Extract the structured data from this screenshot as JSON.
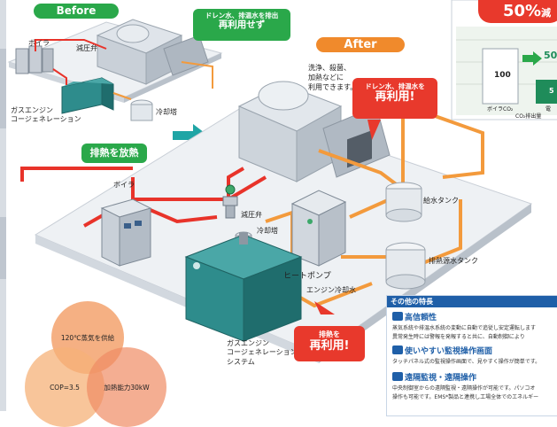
{
  "before": {
    "badge": "Before",
    "boiler": "ボイラ",
    "valve": "減圧弁",
    "cooling_tower": "冷却塔",
    "cogen_line1": "ガスエンジン",
    "cogen_line2": "コージェネレーション",
    "exhaust_heat": "排熱を放熱",
    "drain_line1": "ドレン水、排温水を排出",
    "drain_line2": "再利用せず"
  },
  "after": {
    "badge": "After",
    "use_line1": "洗浄、殺菌、",
    "use_line2": "加熱などに",
    "use_line3": "利用できます。",
    "drain_line1": "ドレン水、排温水を",
    "drain_line2": "再利用!",
    "boiler": "ボイラ",
    "valve": "減圧弁",
    "cooling_tower": "冷却塔",
    "feed_tank": "給水タンク",
    "exhaust_tank": "排熱源水タンク",
    "heat_pump": "ヒートポンプ",
    "engine_cooling": "エンジン冷却水",
    "cogen_line1": "ガスエンジン",
    "cogen_line2": "コージェネレーション",
    "cogen_line3": "システム",
    "reuse_line1": "排熱を",
    "reuse_line2": "再利用!"
  },
  "reduction": {
    "value": "50%",
    "suffix": "減",
    "bar_left_value": "100",
    "bar_right_value": "50",
    "bar_right_partial": "5",
    "axis_left": "ボイラCO₂",
    "axis_right": "電",
    "axis_bottom": "CO₂排出量"
  },
  "circles": {
    "top": "120℃蒸気を供給",
    "left": "COP=3.5",
    "right": "加熱能力30kW"
  },
  "features": {
    "header": "その他の特長",
    "items": [
      {
        "title": "高信頼性",
        "line1": "蒸気系統や排温水系統の変動に自動で追従し安定運転します",
        "line2": "異常発生時には警報を発報すると共に、自動制御により"
      },
      {
        "title": "使いやすい監視操作画面",
        "line1": "タッチパネル式の監視操作画面で、見やすく操作が簡単です。",
        "line2": ""
      },
      {
        "title": "遠隔監視・遠隔操作",
        "line1": "中央制御室からの遠隔監視・遠隔操作が可能です。パソコオ",
        "line2": "操作も可能です。EMS*製品と連携し工場全体でのエネルギー"
      }
    ]
  },
  "colors": {
    "accent_green": "#2aa84a",
    "hot_pipe": "#e8332a",
    "warm_pipe": "#f39a3c",
    "callout_red": "#e8392c",
    "feature_blue": "#1f5fa8"
  }
}
